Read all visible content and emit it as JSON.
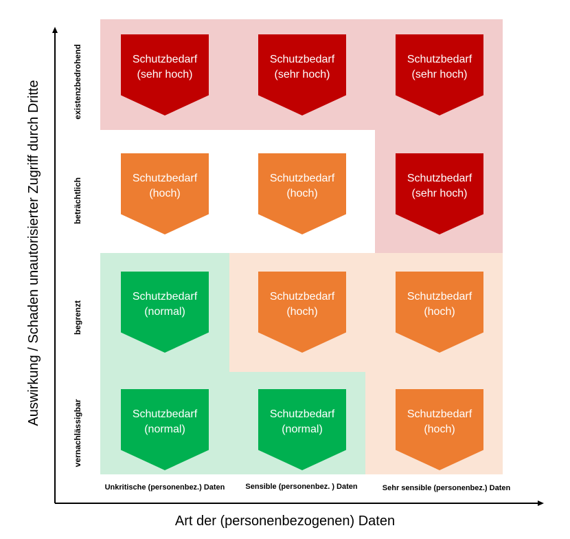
{
  "axes": {
    "y_title": "Auswirkung / Schaden unautorisierter Zugriff durch Dritte",
    "x_title": "Art der (personenbezogenen) Daten"
  },
  "rows": [
    {
      "label": "existenzbedrohend"
    },
    {
      "label": "beträchtlich"
    },
    {
      "label": "begrenzt"
    },
    {
      "label": "vernachlässigbar"
    }
  ],
  "columns": [
    {
      "label": "Unkritische (personenbez.) Daten"
    },
    {
      "label": "Sensible (personenbez. ) Daten"
    },
    {
      "label": "Sehr sensible (personenbez.) Daten"
    }
  ],
  "levels": {
    "sehr_hoch": {
      "text": "(sehr hoch)",
      "fill": "#c00000",
      "zone": "#f2cccc"
    },
    "hoch": {
      "text": "(hoch)",
      "fill": "#ed7d31",
      "zone": "#fbe4d5"
    },
    "normal": {
      "text": "(normal)",
      "fill": "#00b050",
      "zone": "#cdeedb"
    }
  },
  "cells": [
    {
      "row": 0,
      "col": 0,
      "title": "Schutzbedarf",
      "level": "sehr_hoch",
      "level_text": "(sehr hoch)"
    },
    {
      "row": 0,
      "col": 1,
      "title": "Schutzbedarf",
      "level": "sehr_hoch",
      "level_text": "(sehr hoch)"
    },
    {
      "row": 0,
      "col": 2,
      "title": "Schutzbedarf",
      "level": "sehr_hoch",
      "level_text": "(sehr hoch)"
    },
    {
      "row": 1,
      "col": 0,
      "title": "Schutzbedarf",
      "level": "hoch",
      "level_text": "(hoch)"
    },
    {
      "row": 1,
      "col": 1,
      "title": "Schutzbedarf",
      "level": "hoch",
      "level_text": "(hoch)"
    },
    {
      "row": 1,
      "col": 2,
      "title": "Schutzbedarf",
      "level": "sehr_hoch",
      "level_text": "(sehr hoch)"
    },
    {
      "row": 2,
      "col": 0,
      "title": "Schutzbedarf",
      "level": "normal",
      "level_text": "(normal)"
    },
    {
      "row": 2,
      "col": 1,
      "title": "Schutzbedarf",
      "level": "hoch",
      "level_text": "(hoch)"
    },
    {
      "row": 2,
      "col": 2,
      "title": "Schutzbedarf",
      "level": "hoch",
      "level_text": "(hoch)"
    },
    {
      "row": 3,
      "col": 0,
      "title": "Schutzbedarf",
      "level": "normal",
      "level_text": "(normal)"
    },
    {
      "row": 3,
      "col": 1,
      "title": "Schutzbedarf",
      "level": "normal",
      "level_text": "(normal)"
    },
    {
      "row": 3,
      "col": 2,
      "title": "Schutzbedarf",
      "level": "hoch",
      "level_text": "(hoch)"
    }
  ]
}
